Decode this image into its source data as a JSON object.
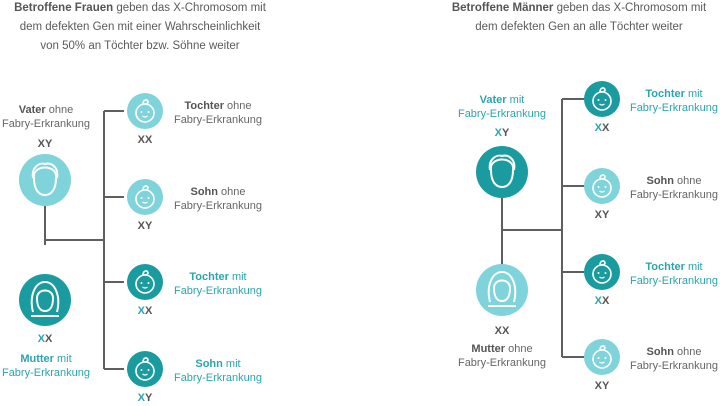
{
  "left": {
    "heading": {
      "bold": "Betroffene Frauen",
      "line1_rest": " geben das X-Chromosom mit",
      "line2": "dem defekten Gen mit einer Wahrscheinlichkeit",
      "line3": "von 50% an Töchter bzw. Söhne weiter"
    },
    "father": {
      "bold": "Vater",
      "rest": " ohne",
      "line2": "Fabry-Erkrankung",
      "genotype_a": "X",
      "genotype_b": "Y"
    },
    "mother": {
      "bold": "Mutter",
      "rest": " mit",
      "line2": "Fabry-Erkrankung",
      "genotype_a": "X",
      "genotype_b": "X"
    },
    "children": [
      {
        "bold": "Tochter",
        "rest": " ohne",
        "line2": "Fabry-Erkrankung",
        "genotype_a": "X",
        "genotype_b": "X",
        "affected": false
      },
      {
        "bold": "Sohn",
        "rest": " ohne",
        "line2": "Fabry-Erkrankung",
        "genotype_a": "X",
        "genotype_b": "Y",
        "affected": false
      },
      {
        "bold": "Tochter",
        "rest": " mit",
        "line2": "Fabry-Erkrankung",
        "genotype_a": "X",
        "genotype_b": "X",
        "affected": true
      },
      {
        "bold": "Sohn",
        "rest": " mit",
        "line2": "Fabry-Erkrankung",
        "genotype_a": "X",
        "genotype_b": "Y",
        "affected": true
      }
    ]
  },
  "right": {
    "heading": {
      "bold": "Betroffene Männer",
      "line1_rest": " geben das X-Chromosom mit",
      "line2": "dem defekten Gen an alle Töchter weiter"
    },
    "father": {
      "bold": "Vater",
      "rest": " mit",
      "line2": "Fabry-Erkrankung",
      "genotype_a": "X",
      "genotype_b": "Y"
    },
    "mother": {
      "bold": "Mutter",
      "rest": " ohne",
      "line2": "Fabry-Erkrankung",
      "genotype_a": "X",
      "genotype_b": "X"
    },
    "children": [
      {
        "bold": "Tochter",
        "rest": " mit",
        "line2": "Fabry-Erkrankung",
        "genotype_a": "X",
        "genotype_b": "X",
        "affected": true
      },
      {
        "bold": "Sohn",
        "rest": " ohne",
        "line2": "Fabry-Erkrankung",
        "genotype_a": "X",
        "genotype_b": "Y",
        "affected": false
      },
      {
        "bold": "Tochter",
        "rest": " mit",
        "line2": "Fabry-Erkrankung",
        "genotype_a": "X",
        "genotype_b": "X",
        "affected": true
      },
      {
        "bold": "Sohn",
        "rest": " ohne",
        "line2": "Fabry-Erkrankung",
        "genotype_a": "X",
        "genotype_b": "Y",
        "affected": false
      }
    ]
  },
  "colors": {
    "teal_dark": "#1a9ba0",
    "teal_light": "#7fd3da",
    "line": "#5f5f5f",
    "text_teal": "#2aa5b0"
  },
  "icons": {
    "man": "man-face-icon",
    "woman": "woman-face-icon",
    "baby": "baby-face-icon"
  }
}
